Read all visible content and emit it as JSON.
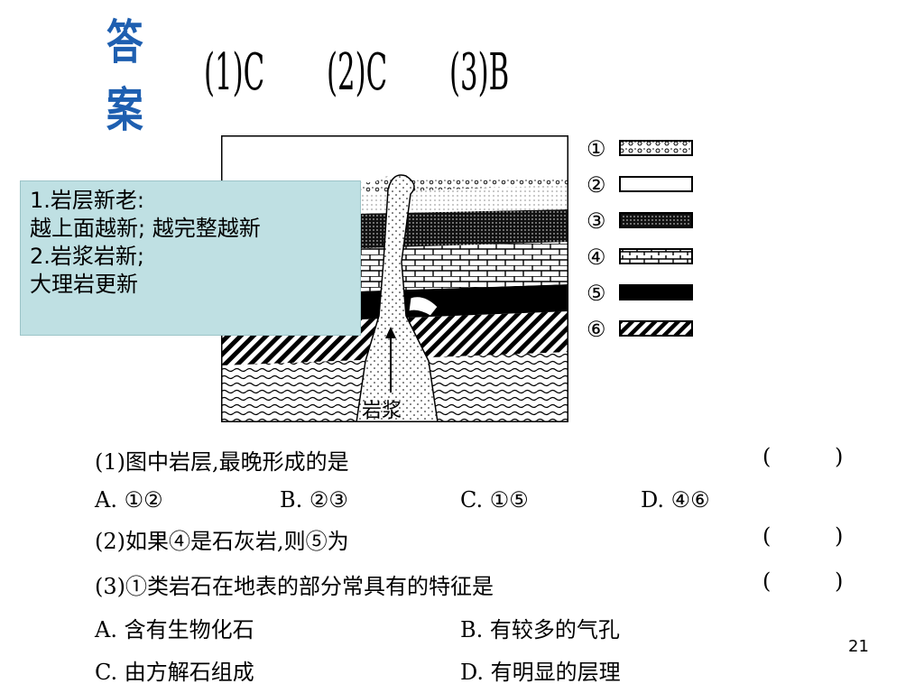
{
  "answer": {
    "label": "答案",
    "parts": [
      "(1)C",
      "(2)C",
      "(3)B"
    ]
  },
  "diagram": {
    "magma_label": "岩浆"
  },
  "legend": {
    "items": [
      {
        "num": "①",
        "pattern": "dotted-gravel"
      },
      {
        "num": "②",
        "pattern": "light-sand"
      },
      {
        "num": "③",
        "pattern": "dense-dots"
      },
      {
        "num": "④",
        "pattern": "brick"
      },
      {
        "num": "⑤",
        "pattern": "solid-black"
      },
      {
        "num": "⑥",
        "pattern": "diagonal-hatch"
      }
    ]
  },
  "callout": {
    "lines": [
      "1.岩层新老:",
      "越上面越新; 越完整越新",
      "2.岩浆岩新;",
      "大理岩更新"
    ]
  },
  "questions": {
    "q1": "(1)图中岩层,最晚形成的是",
    "q1_options": [
      "A. ①②",
      "B. ②③",
      "C. ①⑤",
      "D. ④⑥"
    ],
    "q2": "(2)如果④是石灰岩,则⑤为",
    "q3": "(3)①类岩石在地表的部分常具有的特征是",
    "q3_options": [
      "A. 含有生物化石",
      "B. 有较多的气孔",
      "C. 由方解石组成",
      "D. 有明显的层理"
    ],
    "paren_open": "(",
    "paren_close": ")"
  },
  "page_number": "21"
}
